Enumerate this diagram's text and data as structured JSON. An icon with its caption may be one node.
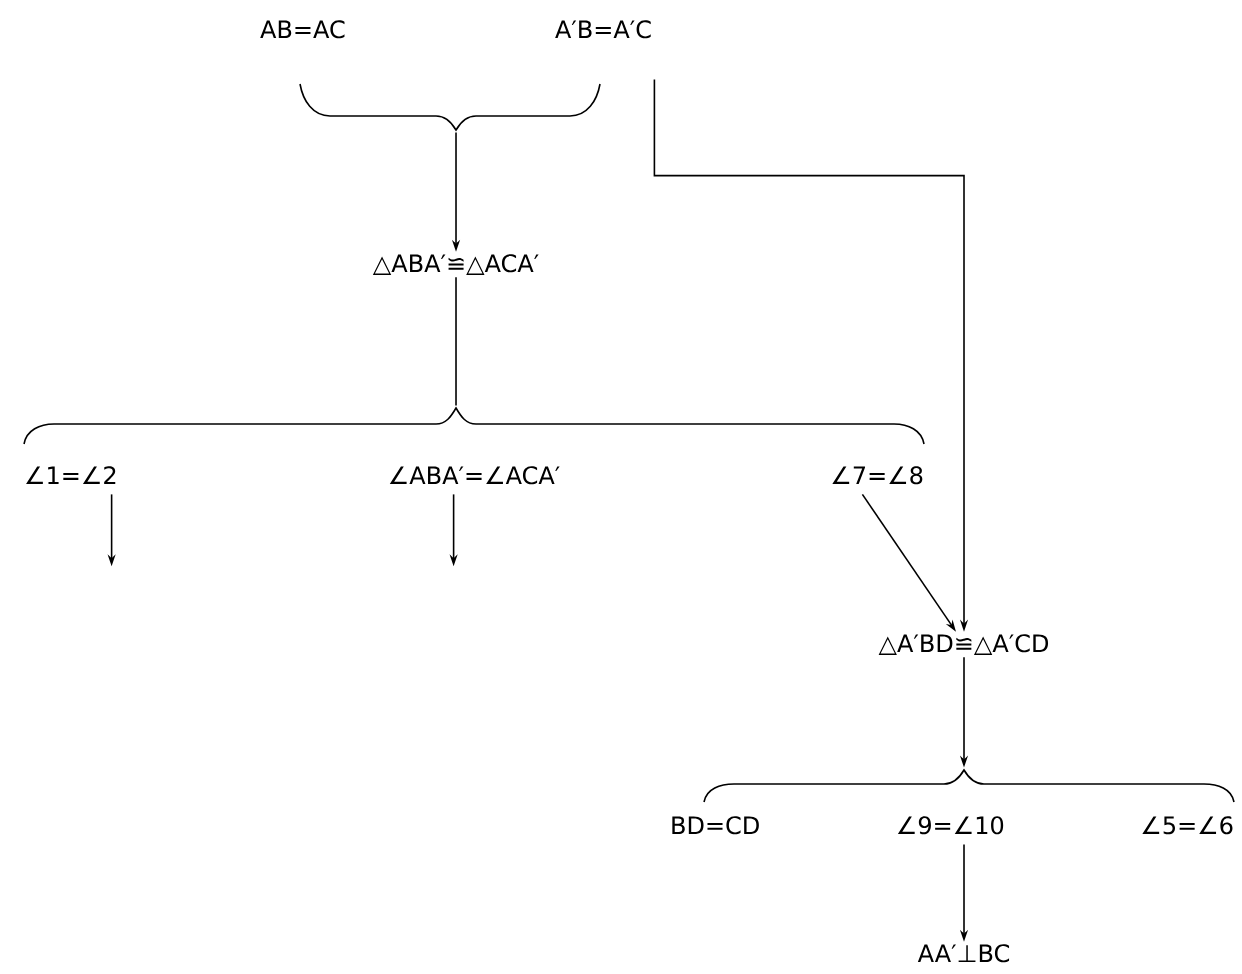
{
  "diagram": {
    "nodes": [
      {
        "text": [
          "AB=AC",
          "A′B=A′C"
        ]
      },
      {
        "text": [
          "△ABA′≌△ACA′"
        ]
      },
      {
        "text": [
          "∠1=∠2",
          "∠ABA′=∠ACA′",
          "∠7=∠8"
        ]
      },
      {
        "text": [
          "△A′BD≌△A′CD"
        ]
      },
      {
        "text": [
          "BD=CD",
          "∠9=∠10",
          "∠5=∠6"
        ]
      },
      {
        "text": [
          "AA′⊥BC"
        ]
      }
    ],
    "edges": [
      {
        "from": 0,
        "to": 1,
        "arrow": "to"
      },
      {
        "from": 0,
        "to": 3,
        "arrow": "to"
      },
      {
        "from": 1,
        "to": 2,
        "arrow": "none"
      },
      {
        "from": 2,
        "to": null,
        "arrow": "to"
      },
      {
        "from": 2,
        "to": null,
        "arrow": "to"
      },
      {
        "from": 2,
        "to": 3,
        "arrow": "to"
      },
      {
        "from": 3,
        "to": 4,
        "arrow": "to"
      },
      {
        "from": 4,
        "to": 5,
        "arrow": "to"
      }
    ]
  }
}
